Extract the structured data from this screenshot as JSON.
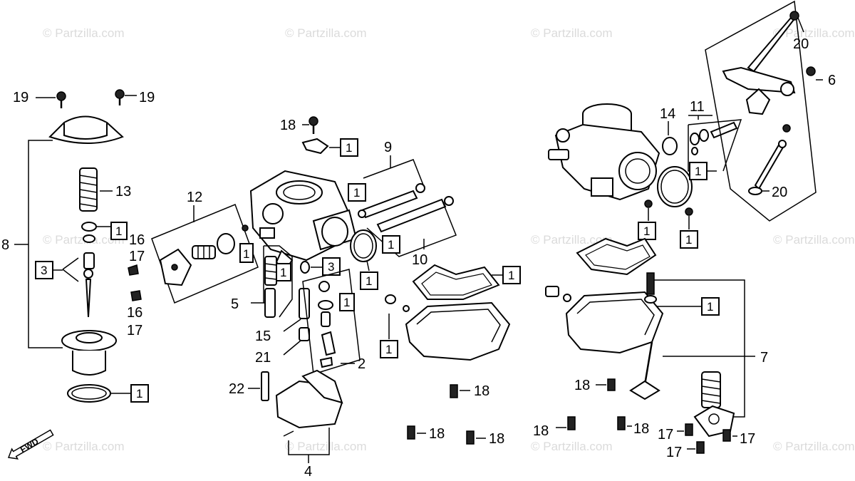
{
  "watermark": "© Partzilla.com",
  "fwd_label": "FWD",
  "ref": {
    "r1": "1",
    "r2": "2",
    "r3": "3",
    "r4": "4",
    "r5": "5",
    "r6": "6",
    "r7": "7",
    "r8": "8",
    "r9": "9",
    "r10": "10",
    "r11": "11",
    "r12": "12",
    "r13": "13",
    "r14": "14",
    "r15": "15",
    "r16": "16",
    "r17": "17",
    "r18": "18",
    "r19": "19",
    "r20": "20",
    "r21": "21",
    "r22": "22"
  }
}
